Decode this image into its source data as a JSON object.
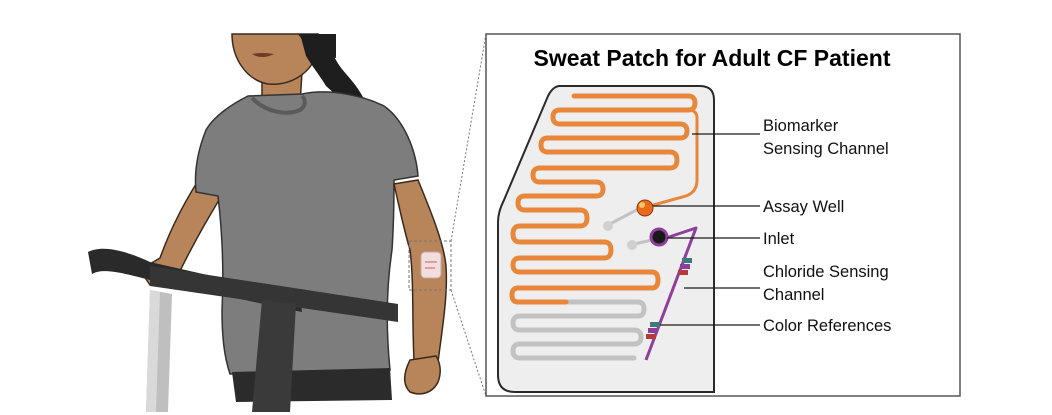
{
  "diagram": {
    "title": "Sweat Patch for Adult CF Patient",
    "labels": {
      "biomarker_line1": "Biomarker",
      "biomarker_line2": "Sensing Channel",
      "assay_well": "Assay Well",
      "inlet": "Inlet",
      "chloride_line1": "Chloride Sensing",
      "chloride_line2": "Channel",
      "color_references": "Color References"
    },
    "colors": {
      "biomarker_channel": "#e8873a",
      "unfilled_channel": "#c2c2c2",
      "chloride_channel": "#8e3f9c",
      "assay_well": "#e86a1a",
      "patch_fill": "#eeeeee",
      "shirt": "#7d7d7d",
      "skin": "#b8855b",
      "hair": "#1e1e1e"
    },
    "icons": [
      "treadmill-icon",
      "runner-figure-icon",
      "sweat-patch-icon"
    ]
  }
}
